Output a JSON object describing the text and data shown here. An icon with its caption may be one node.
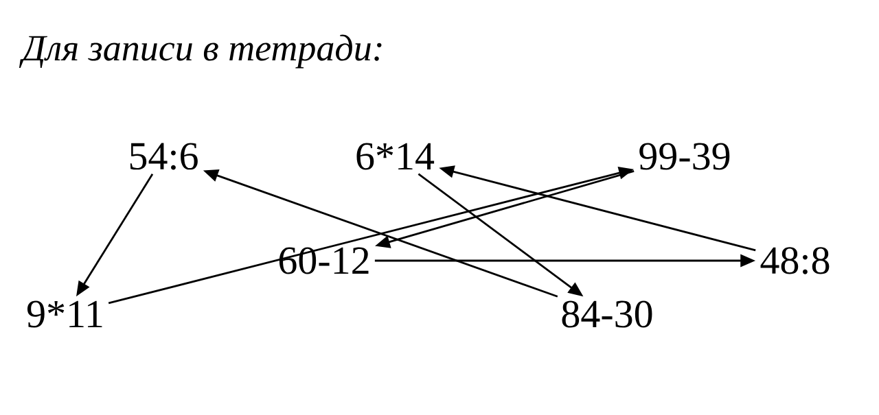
{
  "diagram": {
    "title": "Для записи в тетради:",
    "nodes": [
      {
        "text": [
          "54:6"
        ]
      },
      {
        "text": [
          "6*14"
        ]
      },
      {
        "text": [
          "99-39"
        ]
      },
      {
        "text": [
          "60-12"
        ]
      },
      {
        "text": [
          "48:8"
        ]
      },
      {
        "text": [
          "9*11"
        ]
      },
      {
        "text": [
          "84-30"
        ]
      }
    ],
    "edges": [
      {
        "from": 0,
        "to": 5,
        "arrow": "to"
      },
      {
        "from": 6,
        "to": 0,
        "arrow": "to"
      },
      {
        "from": 5,
        "to": 2,
        "arrow": "to"
      },
      {
        "from": 2,
        "to": 3,
        "arrow": "to"
      },
      {
        "from": 1,
        "to": 6,
        "arrow": "to"
      },
      {
        "from": 4,
        "to": 1,
        "arrow": "to"
      },
      {
        "from": 3,
        "to": 4,
        "arrow": "to"
      }
    ]
  }
}
